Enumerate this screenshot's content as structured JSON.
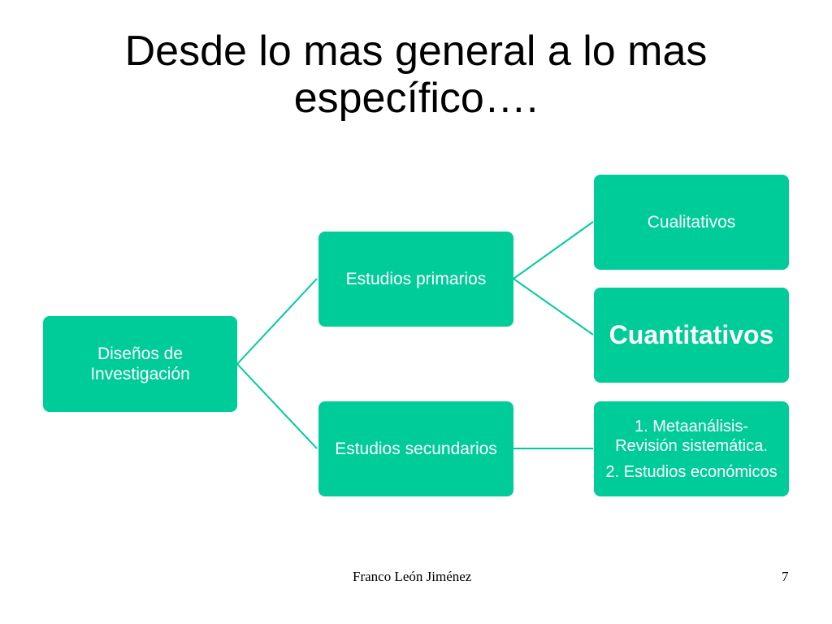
{
  "slide": {
    "title": "Desde lo mas general a lo mas específico….",
    "accent_color": "#00cc99",
    "connector_color": "#00cc99"
  },
  "diagram": {
    "root": "Diseños de Investigación",
    "primary": "Estudios primarios",
    "secondary": "Estudios secundarios",
    "qualitative": "Cualitativos",
    "quantitative": "Cuantitativos",
    "secondary_items": [
      "1. Metaanálisis- Revisión sistemática.",
      "2. Estudios económicos"
    ]
  },
  "footer": {
    "author": "Franco León Jiménez",
    "page_number": "7"
  }
}
